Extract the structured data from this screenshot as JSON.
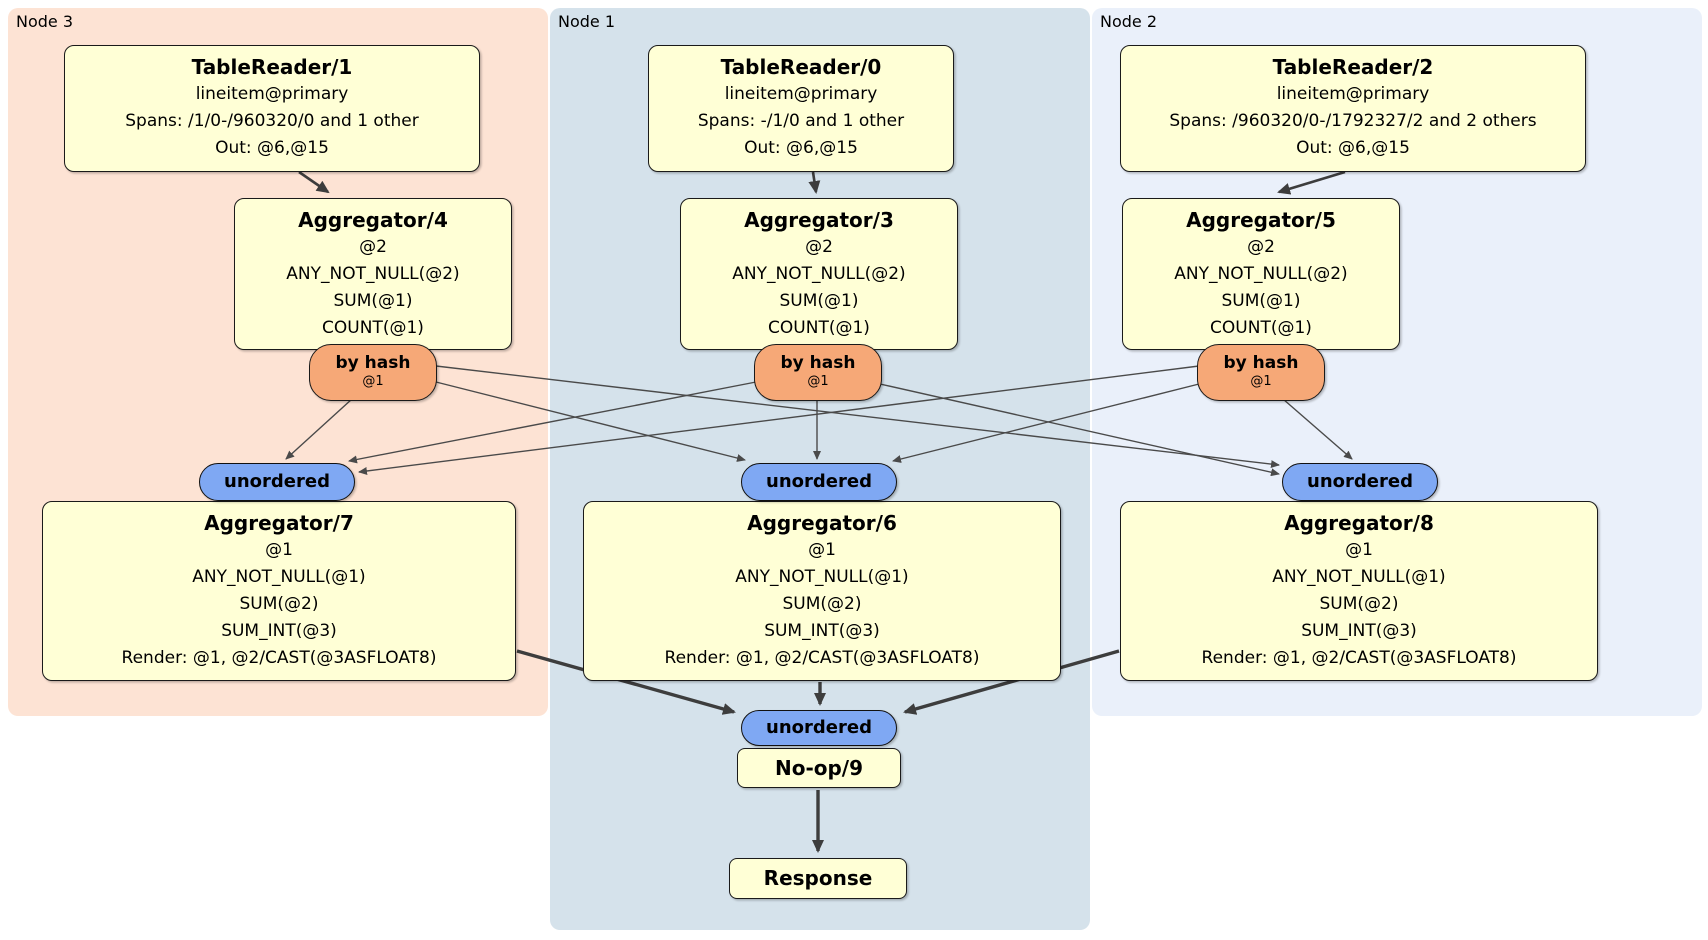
{
  "diagram": {
    "kind": "distributed-sql-plan",
    "groups": {
      "node3": {
        "label": "Node 3",
        "color": "#fde3d4"
      },
      "node1": {
        "label": "Node 1",
        "color": "#d5e2eb"
      },
      "node2": {
        "label": "Node 2",
        "color": "#eaf0fa"
      }
    },
    "processors": {
      "tablereader1": {
        "title": "TableReader/1",
        "lines": [
          "lineitem@primary",
          "Spans: /1/0-/960320/0 and 1 other",
          "Out: @6,@15"
        ]
      },
      "tablereader0": {
        "title": "TableReader/0",
        "lines": [
          "lineitem@primary",
          "Spans: -/1/0 and 1 other",
          "Out: @6,@15"
        ]
      },
      "tablereader2": {
        "title": "TableReader/2",
        "lines": [
          "lineitem@primary",
          "Spans: /960320/0-/1792327/2 and 2 others",
          "Out: @6,@15"
        ]
      },
      "aggregator4": {
        "title": "Aggregator/4",
        "lines": [
          "@2",
          "ANY_NOT_NULL(@2)",
          "SUM(@1)",
          "COUNT(@1)"
        ]
      },
      "aggregator3": {
        "title": "Aggregator/3",
        "lines": [
          "@2",
          "ANY_NOT_NULL(@2)",
          "SUM(@1)",
          "COUNT(@1)"
        ]
      },
      "aggregator5": {
        "title": "Aggregator/5",
        "lines": [
          "@2",
          "ANY_NOT_NULL(@2)",
          "SUM(@1)",
          "COUNT(@1)"
        ]
      },
      "aggregator7": {
        "title": "Aggregator/7",
        "lines": [
          "@1",
          "ANY_NOT_NULL(@1)",
          "SUM(@2)",
          "SUM_INT(@3)",
          "Render: @1, @2/CAST(@3ASFLOAT8)"
        ]
      },
      "aggregator6": {
        "title": "Aggregator/6",
        "lines": [
          "@1",
          "ANY_NOT_NULL(@1)",
          "SUM(@2)",
          "SUM_INT(@3)",
          "Render: @1, @2/CAST(@3ASFLOAT8)"
        ]
      },
      "aggregator8": {
        "title": "Aggregator/8",
        "lines": [
          "@1",
          "ANY_NOT_NULL(@1)",
          "SUM(@2)",
          "SUM_INT(@3)",
          "Render: @1, @2/CAST(@3ASFLOAT8)"
        ]
      },
      "noop9": {
        "title": "No-op/9"
      },
      "response": {
        "title": "Response"
      }
    },
    "router": {
      "label": "by hash",
      "detail": "@1"
    },
    "sync": {
      "label": "unordered"
    },
    "colors": {
      "processor_fill": "#ffffd6",
      "processor_border": "#1a1a1a",
      "router_fill": "#f6a877",
      "sync_fill": "#7fa8f3",
      "edge_thin": "#4a4a4a",
      "edge_thick": "#3d3d3d"
    }
  }
}
